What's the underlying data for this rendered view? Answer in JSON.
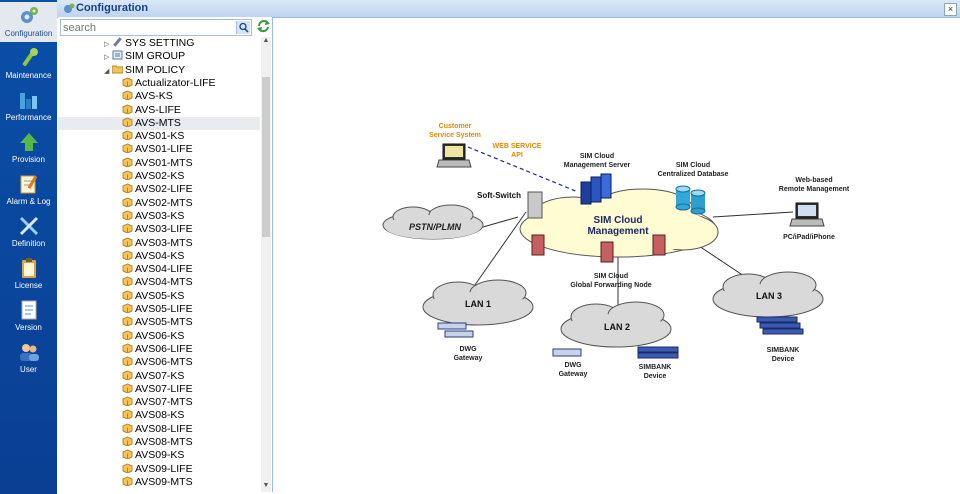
{
  "nav": [
    {
      "label": "Configuration",
      "icon": "gears-icon"
    },
    {
      "label": "Maintenance",
      "icon": "wrench-icon"
    },
    {
      "label": "Performance",
      "icon": "bar-chart-icon"
    },
    {
      "label": "Provision",
      "icon": "upload-arrow-icon"
    },
    {
      "label": "Alarm & Log",
      "icon": "notepad-pen-icon"
    },
    {
      "label": "Definition",
      "icon": "tools-icon"
    },
    {
      "label": "License",
      "icon": "clipboard-icon"
    },
    {
      "label": "Version",
      "icon": "document-icon"
    },
    {
      "label": "User",
      "icon": "users-icon"
    }
  ],
  "header": {
    "title": "Configuration",
    "close": "×"
  },
  "search": {
    "placeholder": "search"
  },
  "tree": {
    "folders": [
      "SYS SETTING",
      "SIM GROUP",
      "SIM POLICY"
    ],
    "policies": [
      "Actualizator-LIFE",
      "AVS-KS",
      "AVS-LIFE",
      "AVS-MTS",
      "AVS01-KS",
      "AVS01-LIFE",
      "AVS01-MTS",
      "AVS02-KS",
      "AVS02-LIFE",
      "AVS02-MTS",
      "AVS03-KS",
      "AVS03-LIFE",
      "AVS03-MTS",
      "AVS04-KS",
      "AVS04-LIFE",
      "AVS04-MTS",
      "AVS05-KS",
      "AVS05-LIFE",
      "AVS05-MTS",
      "AVS06-KS",
      "AVS06-LIFE",
      "AVS06-MTS",
      "AVS07-KS",
      "AVS07-LIFE",
      "AVS07-MTS",
      "AVS08-KS",
      "AVS08-LIFE",
      "AVS08-MTS",
      "AVS09-KS",
      "AVS09-LIFE",
      "AVS09-MTS"
    ],
    "selected": "AVS-MTS"
  },
  "diagram": {
    "customer_service": [
      "Customer",
      "Service System"
    ],
    "web_service": [
      "WEB SERVICE",
      "API"
    ],
    "mgmt_server": [
      "SIM Cloud",
      "Management Server"
    ],
    "central_db": [
      "SIM Cloud",
      "Centralized Database"
    ],
    "web_mgmt": [
      "Web-based",
      "Remote Management"
    ],
    "soft_switch": "Soft-Switch",
    "cloud": [
      "SIM Cloud",
      "Management"
    ],
    "pstn": "PSTN/PLMN",
    "pc": "PC/iPad/iPhone",
    "forwarding": [
      "SIM Cloud",
      "Global Forwarding Node"
    ],
    "lan1": "LAN 1",
    "lan2": "LAN 2",
    "lan3": "LAN 3",
    "dwg1": [
      "DWG",
      "Gateway"
    ],
    "dwg2": [
      "DWG",
      "Gateway"
    ],
    "simbank1": [
      "SIMBANK",
      "Device"
    ],
    "simbank2": [
      "SIMBANK",
      "Device"
    ]
  },
  "colors": {
    "nav_bg": "#0a4fa8",
    "accent": "#15428b",
    "cloud_fill": "#fffbd2",
    "label_orange": "#e08a00"
  }
}
